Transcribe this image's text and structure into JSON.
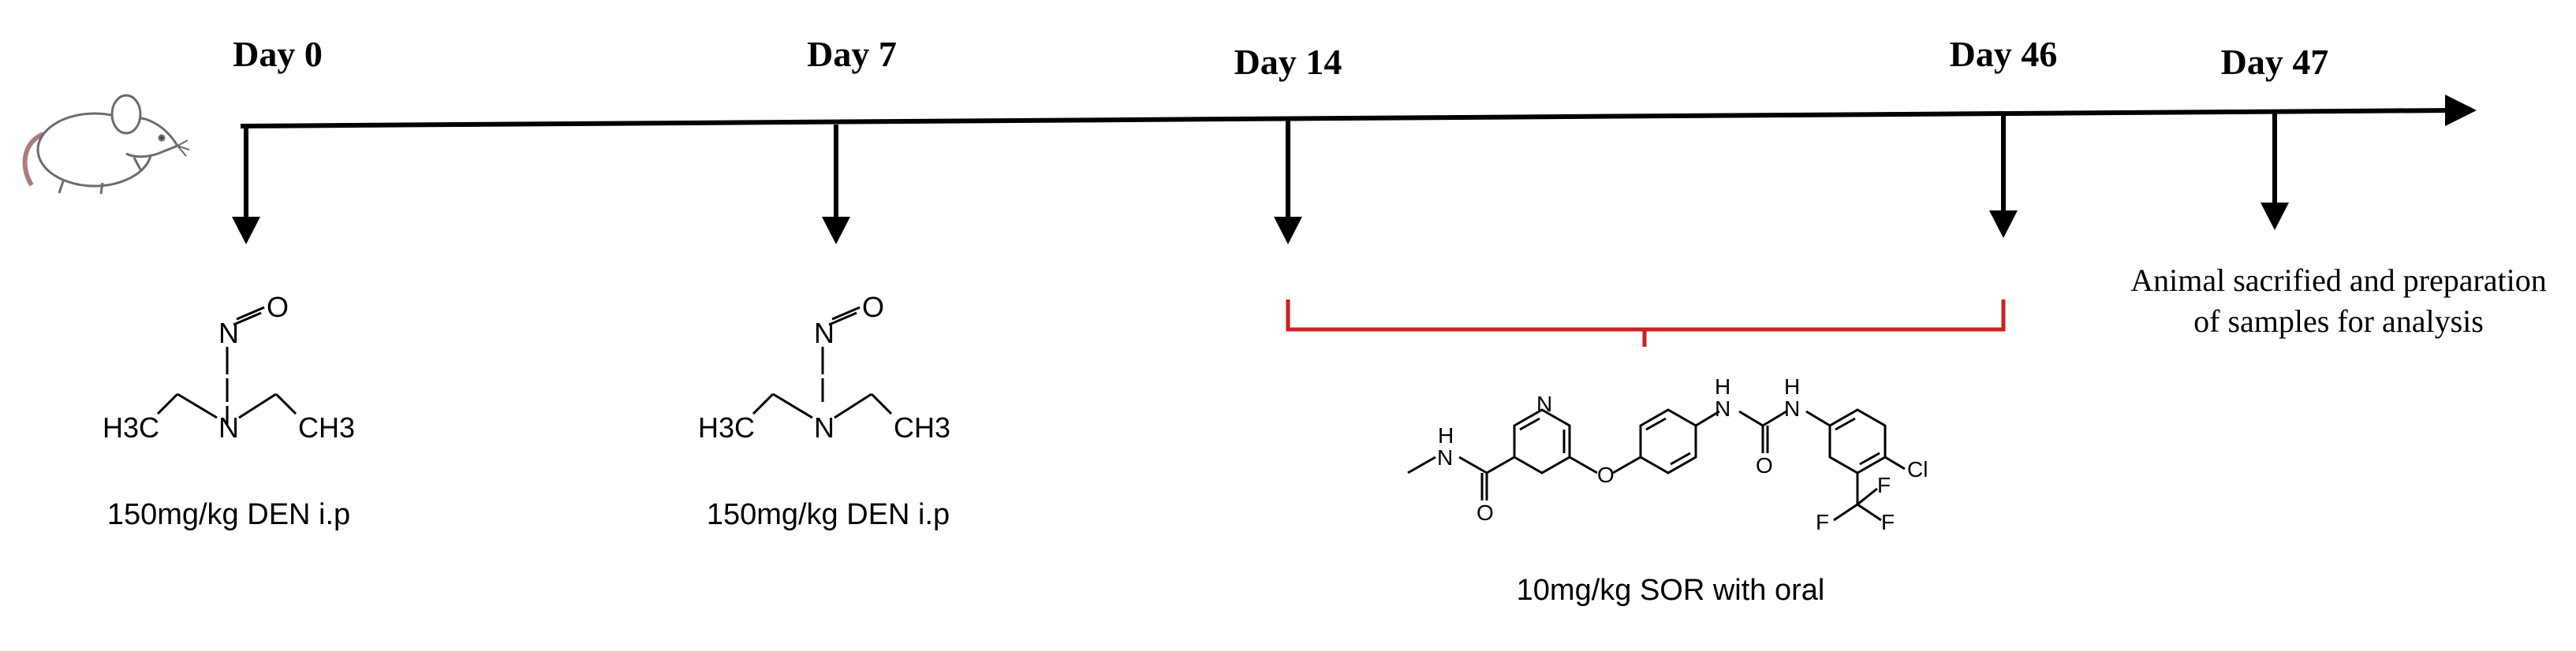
{
  "timeline": {
    "days": [
      {
        "id": "day-0",
        "label": "Day 0"
      },
      {
        "id": "day-7",
        "label": "Day 7"
      },
      {
        "id": "day-14",
        "label": "Day 14"
      },
      {
        "id": "day-46",
        "label": "Day 46"
      },
      {
        "id": "day-47",
        "label": "Day 47"
      }
    ]
  },
  "treatments": {
    "den_dose_1": "150mg/kg DEN i.p",
    "den_dose_2": "150mg/kg DEN i.p",
    "sor_dose": "10mg/kg SOR with oral",
    "endpoint": "Animal sacrified and preparation of samples for analysis"
  },
  "structures": {
    "den": {
      "atoms": [
        "O",
        "N",
        "N",
        "H3C",
        "CH3"
      ]
    },
    "sorafenib": {
      "atoms": [
        "N",
        "H",
        "N",
        "O",
        "O",
        "H",
        "N",
        "H",
        "N",
        "O",
        "Cl",
        "F",
        "F",
        "F"
      ]
    }
  },
  "colors": {
    "bracket": "#cc1f1f",
    "line": "#000000"
  },
  "icons": {
    "subject": "mouse-icon"
  }
}
